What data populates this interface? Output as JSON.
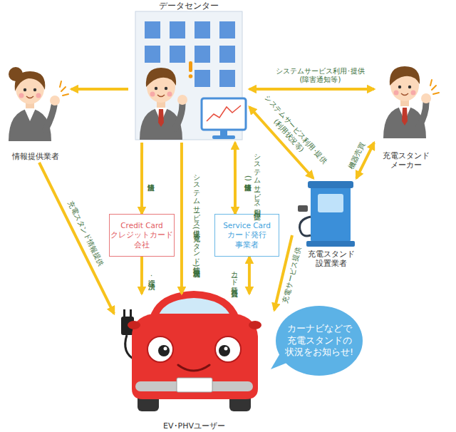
{
  "diagram": {
    "nodes": [
      {
        "text": [
          "データセンター"
        ]
      },
      {
        "text": [
          "情報提供業者"
        ]
      },
      {
        "text": [
          "充電スタンド メーカー"
        ]
      },
      {
        "text": [
          "Credit Card",
          "クレジットカード 会社"
        ]
      },
      {
        "text": [
          "Service Card",
          "カード発行 事業者"
        ]
      },
      {
        "text": [
          "充電スタンド 設置業者"
        ]
      },
      {
        "text": [
          "EV･PHVユーザー"
        ]
      },
      {
        "text": [
          "カーナビなどで 充電スタンドの 状況をお知らせ!"
        ]
      }
    ],
    "edges": [
      {
        "from": 0,
        "to": 1,
        "arrow": "to"
      },
      {
        "from": 0,
        "to": 2,
        "label": "システムサービス利用･提供 (障害通知等)",
        "arrow": "both"
      },
      {
        "from": 0,
        "to": 5,
        "label": "システムサービス利用･提供 (利用状況等)",
        "arrow": "both"
      },
      {
        "from": 2,
        "to": 5,
        "label": "機器売買",
        "arrow": "both"
      },
      {
        "from": 1,
        "to": 6,
        "label": "充電スタンド情報提供",
        "arrow": "to"
      },
      {
        "from": 0,
        "to": 3,
        "label": "決済情報",
        "arrow": "to"
      },
      {
        "from": 3,
        "to": 6,
        "label": "課金･決済",
        "arrow": "to"
      },
      {
        "from": 0,
        "to": 6,
        "label": "システムサービス提供 (充電スタンド情報･利用状況等)",
        "arrow": "to"
      },
      {
        "from": 0,
        "to": 4,
        "label": "システムサービス利用･提供 (決済情報等)",
        "arrow": "both"
      },
      {
        "from": 4,
        "to": 6,
        "label": "カード発行 会員費",
        "arrow": "both"
      },
      {
        "from": 5,
        "to": 6,
        "label": "充電サービス提供",
        "arrow": "to"
      }
    ]
  }
}
